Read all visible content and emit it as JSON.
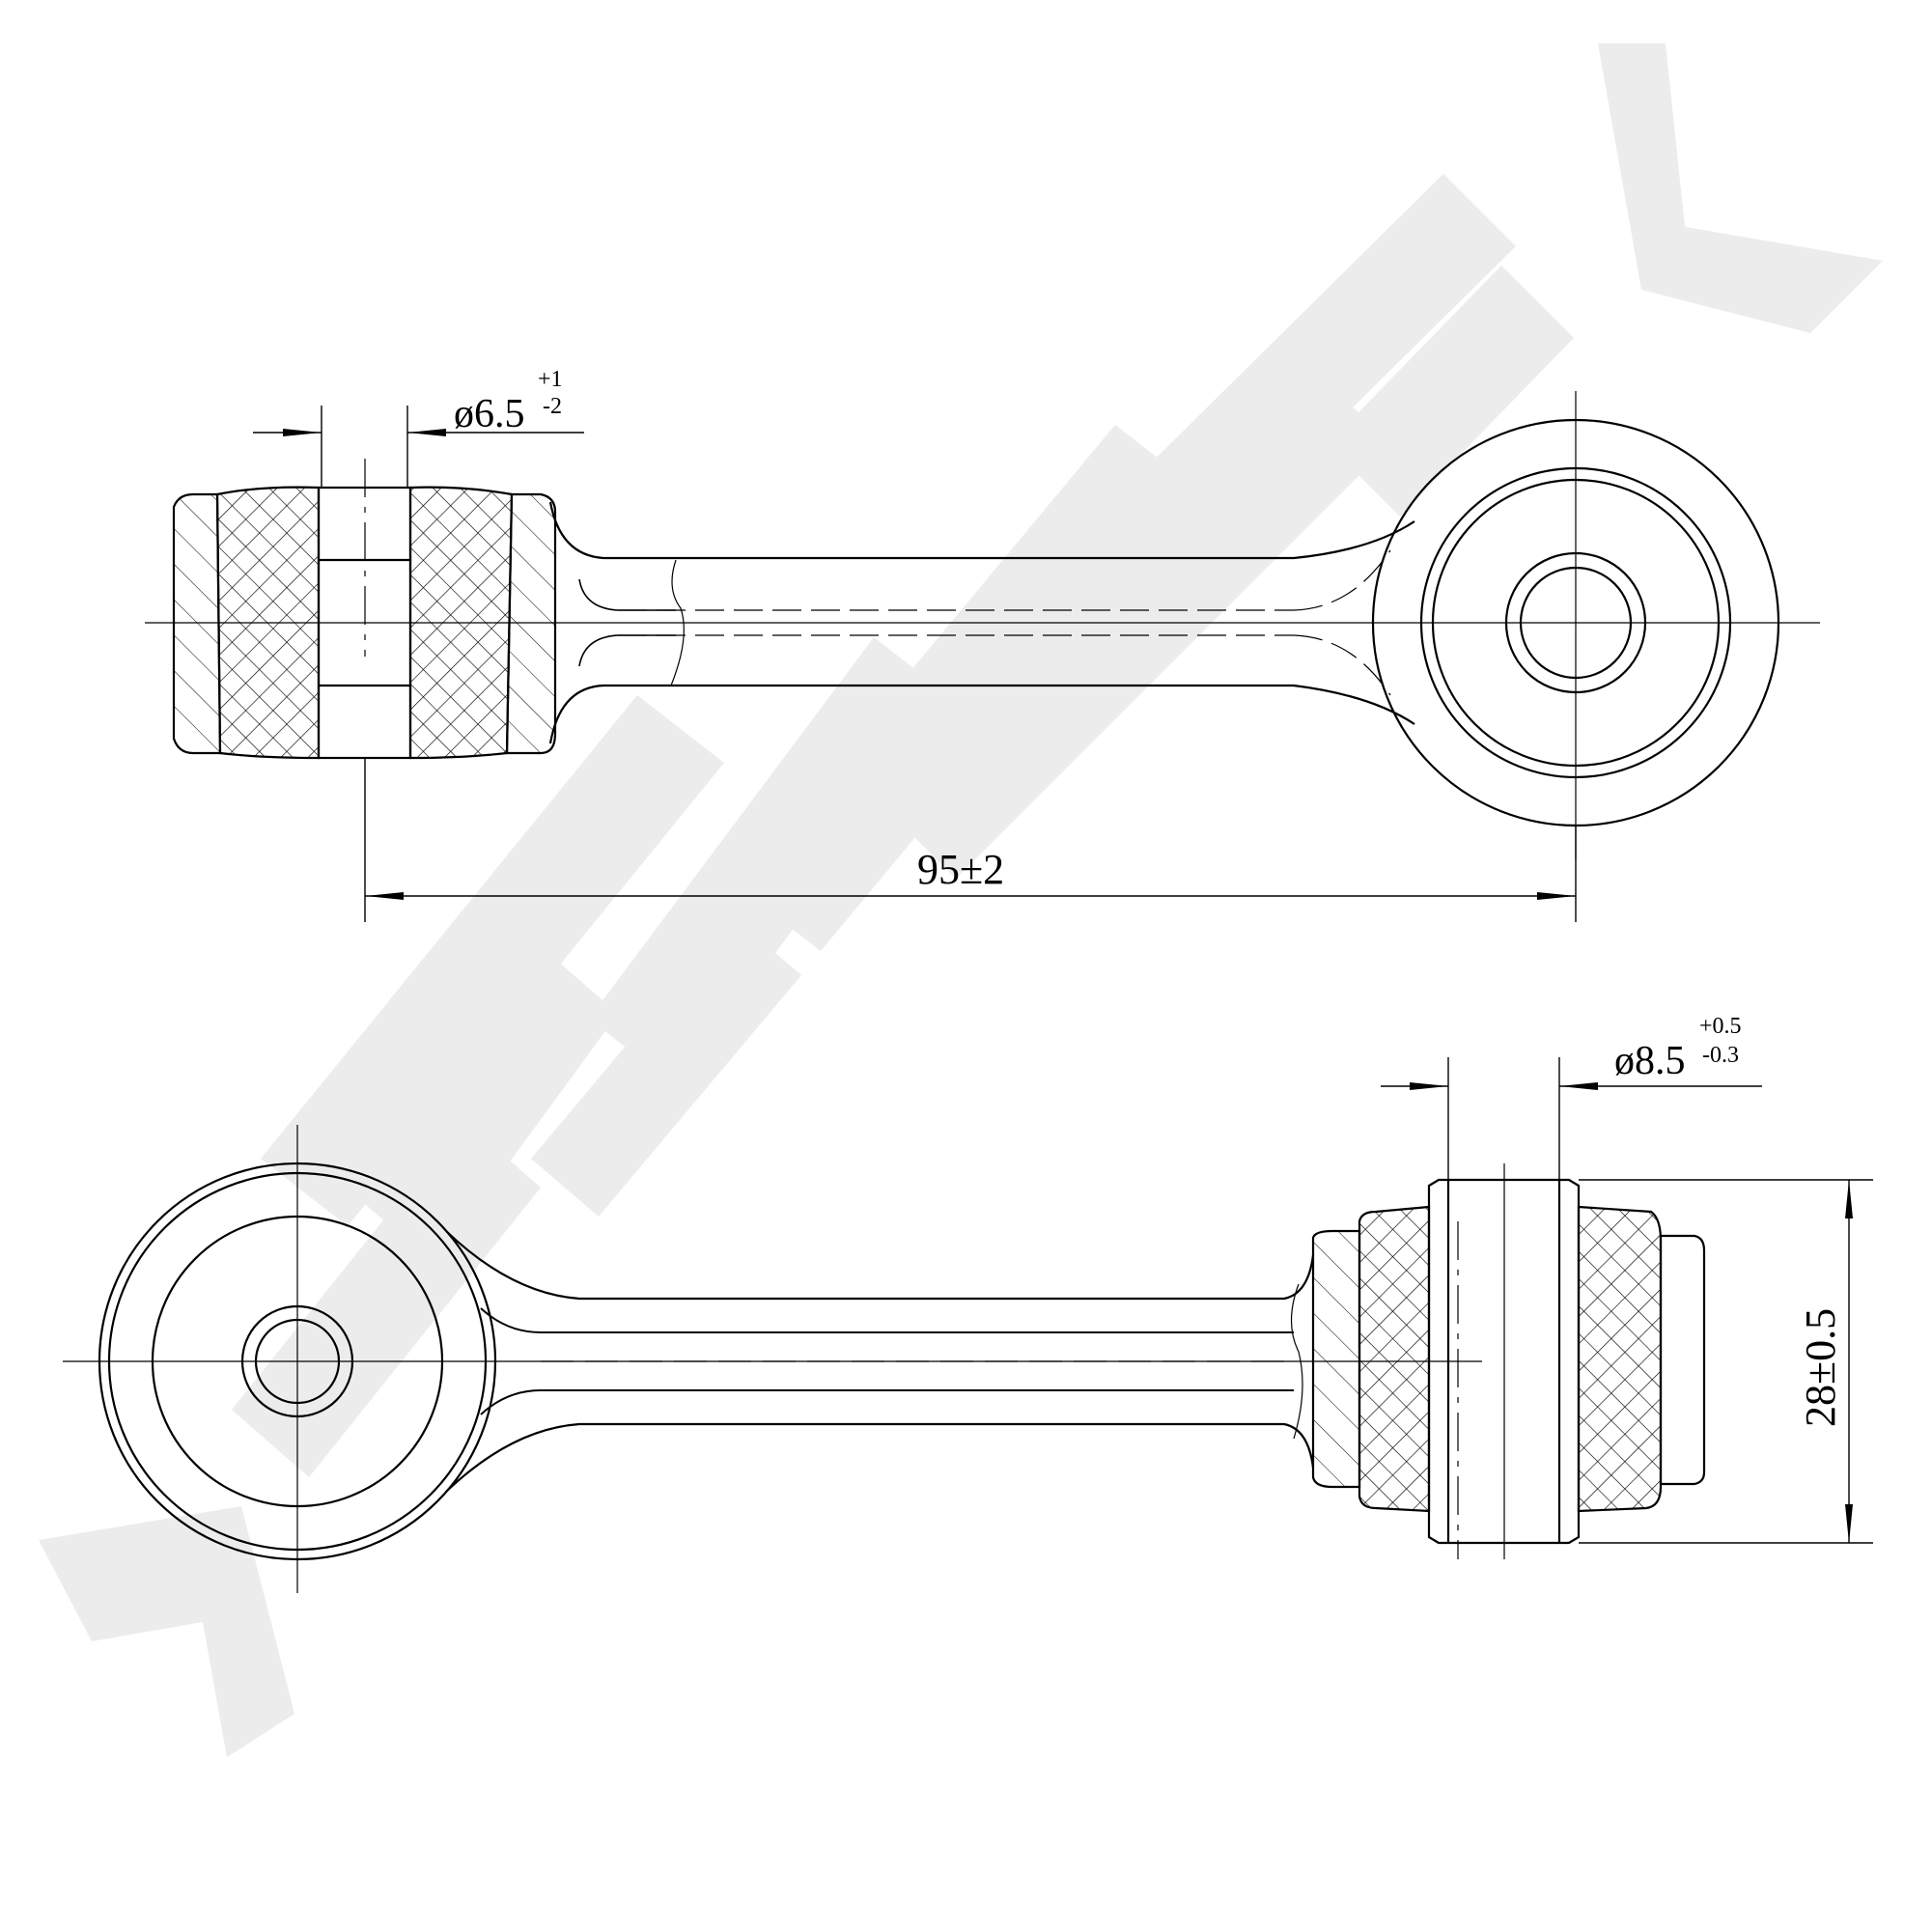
{
  "colors": {
    "line": "#000000",
    "watermark": "#ececec",
    "background": "#ffffff"
  },
  "top_view": {
    "hole_diameter": {
      "prefix": "ø",
      "value": "6.5",
      "tol_upper": "+1",
      "tol_lower": "-2"
    },
    "center_distance": "95±2"
  },
  "bottom_view": {
    "hole_diameter": {
      "prefix": "ø",
      "value": "8.5",
      "tol_upper": "+0.5",
      "tol_lower": "-0.3"
    },
    "bushing_height": "28±0.5"
  }
}
